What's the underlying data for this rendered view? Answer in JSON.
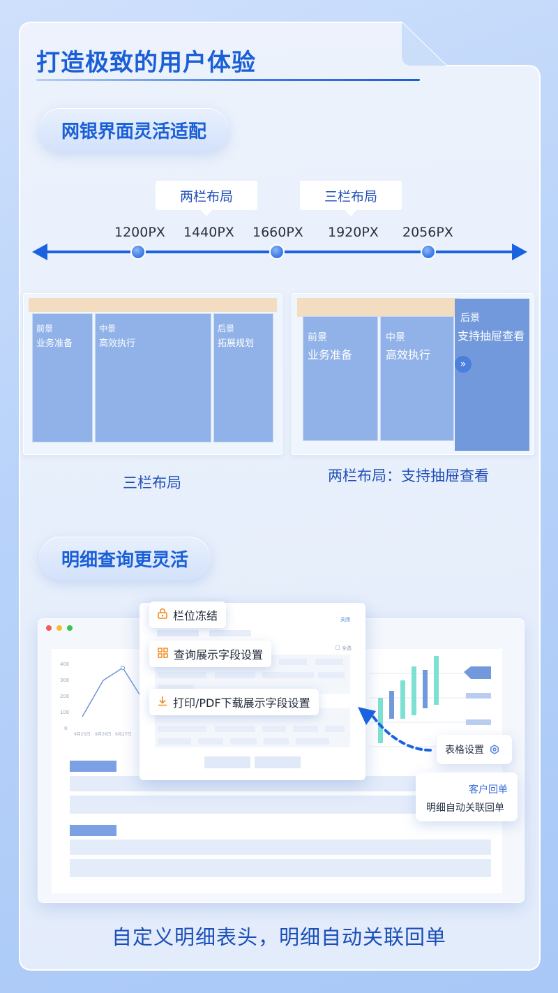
{
  "header": {
    "title": "打造极致的用户体验"
  },
  "section1": {
    "heading": "网银界面灵活适配",
    "breakpoints": [
      "1200PX",
      "1440PX",
      "1660PX",
      "1920PX",
      "2056PX"
    ],
    "tags": [
      "两栏布局",
      "三栏布局"
    ],
    "layout_a": {
      "cols": [
        {
          "title": "前景",
          "subtitle": "业务准备"
        },
        {
          "title": "中景",
          "subtitle": "高效执行"
        },
        {
          "title": "后景",
          "subtitle": "拓展规划"
        }
      ],
      "caption": "三栏布局"
    },
    "layout_b": {
      "cols": [
        {
          "title": "前景",
          "subtitle": "业务准备"
        },
        {
          "title": "中景",
          "subtitle": "高效执行"
        },
        {
          "title": "后景",
          "subtitle": "支持抽屉查看"
        }
      ],
      "drawer_icon": "»",
      "caption": "两栏布局：支持抽屉查看"
    }
  },
  "section2": {
    "heading": "明细查询更灵活",
    "chart": {
      "y_ticks": [
        "400",
        "300",
        "200",
        "100",
        "0"
      ],
      "x_ticks": [
        "9月25日",
        "9月26日",
        "9月27日"
      ]
    },
    "popup": {
      "close_label": "关闭",
      "select_all_label": "全选",
      "options": [
        "栏位冻结",
        "查询展示字段设置",
        "打印/PDF下载展示字段设置"
      ]
    },
    "table_settings_label": "表格设置",
    "card": {
      "line1": "客户回单",
      "line2": "明细自动关联回单"
    }
  },
  "footer": {
    "text": "自定义明细表头，明细自动关联回单"
  },
  "colors": {
    "accent": "#1a5fd6",
    "orange": "#f08a1e",
    "teal": "#7ee0d2"
  }
}
